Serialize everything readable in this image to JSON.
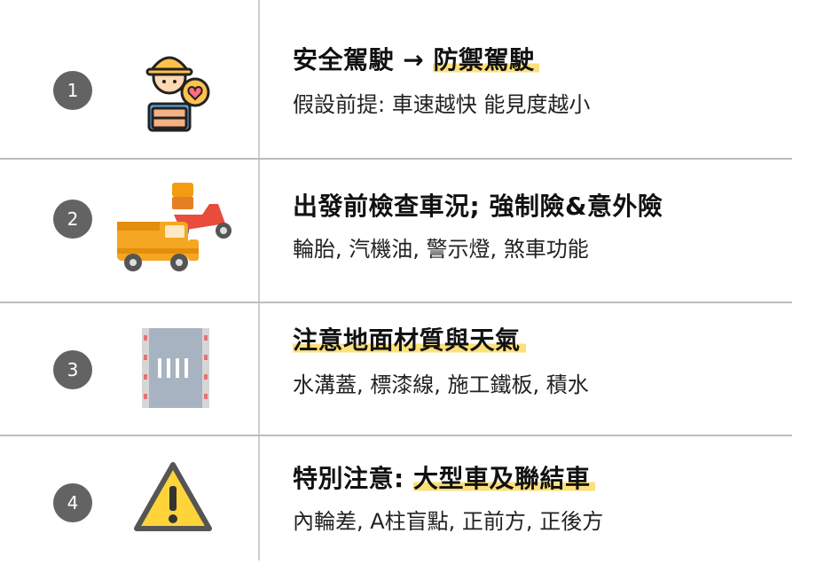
{
  "items": [
    {
      "number": "1",
      "icon": "worker-with-heart-icon",
      "title_plain": "安全駕駛 → ",
      "title_highlight": "防禦駕駛",
      "subtitle": "假設前提: 車速越快 能見度越小"
    },
    {
      "number": "2",
      "icon": "car-and-scooter-icon",
      "title_plain": "出發前檢查車況; 強制險&意外險",
      "title_highlight": "",
      "subtitle": "輪胎, 汽機油, 警示燈, 煞車功能"
    },
    {
      "number": "3",
      "icon": "road-crosswalk-icon",
      "title_plain": "注意地面材質與天氣",
      "title_highlight": "",
      "subtitle": "水溝蓋, 標漆線, 施工鐵板, 積水"
    },
    {
      "number": "4",
      "icon": "warning-sign-icon",
      "title_plain": "特別注意: ",
      "title_highlight": "大型車及聯結車",
      "subtitle": "內輪差, A柱盲點, 正前方, 正後方"
    }
  ],
  "colors": {
    "highlight": "#fde07a",
    "number_circle": "#636363",
    "divider": "#bdbdbd"
  }
}
